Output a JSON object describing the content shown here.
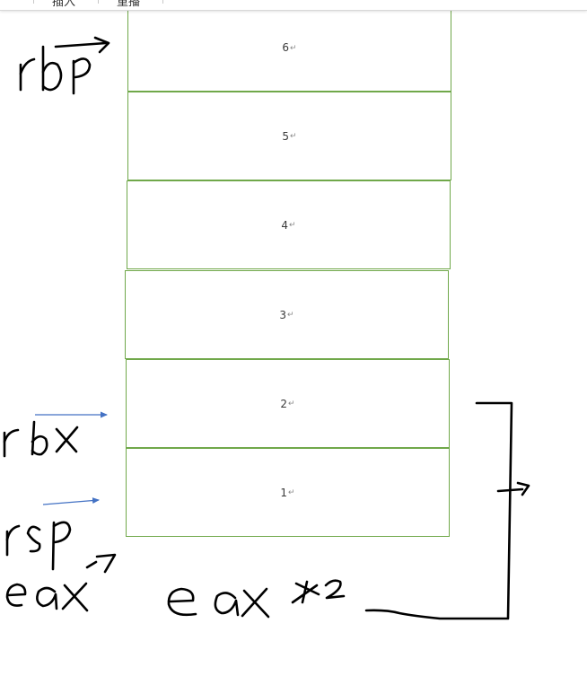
{
  "ribbon": {
    "tabs": [
      {
        "label": "插入"
      },
      {
        "label": "重播"
      }
    ]
  },
  "stack": {
    "cells": [
      {
        "label": "6"
      },
      {
        "label": "5"
      },
      {
        "label": "4"
      },
      {
        "label": "3"
      },
      {
        "label": "2"
      },
      {
        "label": "1"
      }
    ],
    "paragraph_mark": "↵",
    "border_color": "#70a84a"
  },
  "ink_annotations": [
    {
      "text": "rbp",
      "kind": "handwritten"
    },
    {
      "text": "rbx",
      "kind": "handwritten"
    },
    {
      "text": "rsp",
      "kind": "handwritten"
    },
    {
      "text": "eax",
      "kind": "handwritten"
    },
    {
      "text": "eax *2",
      "kind": "handwritten"
    }
  ],
  "colors": {
    "pointer_arrows": "#4472c4",
    "ink": "#000000"
  }
}
